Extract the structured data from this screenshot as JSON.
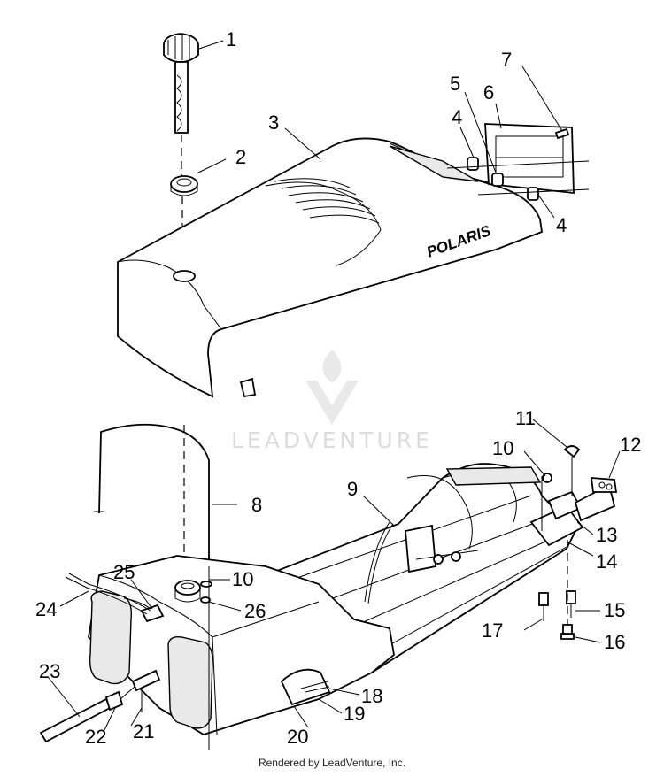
{
  "diagram": {
    "brand_decal": "POLARIS",
    "watermark": "LEADVENTURE",
    "callouts": [
      "1",
      "2",
      "3",
      "4",
      "4",
      "5",
      "6",
      "7",
      "8",
      "9",
      "10",
      "10",
      "11",
      "12",
      "13",
      "14",
      "15",
      "16",
      "17",
      "18",
      "19",
      "20",
      "21",
      "22",
      "23",
      "24",
      "25",
      "26"
    ]
  },
  "footer": {
    "text": "Rendered by LeadVenture, Inc."
  }
}
